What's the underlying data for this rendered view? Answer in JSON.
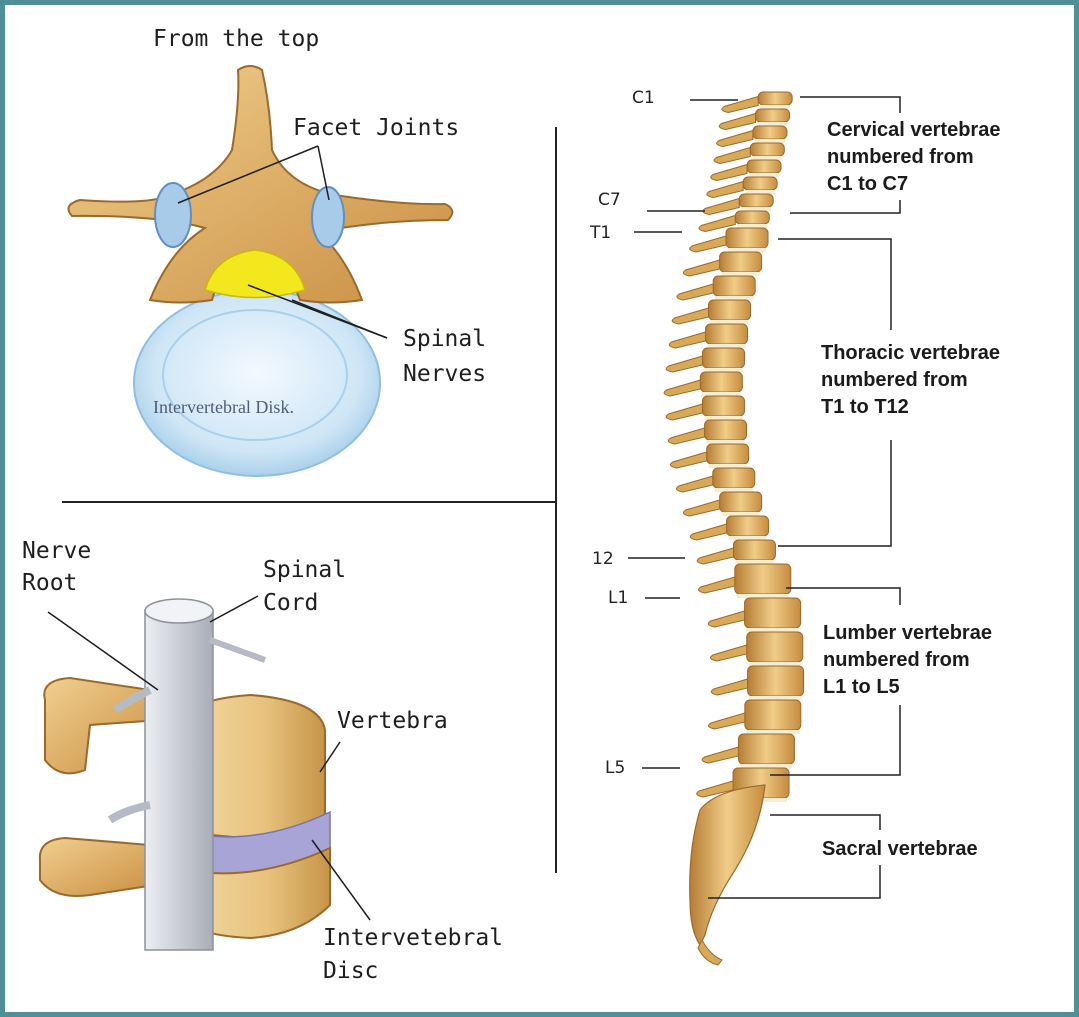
{
  "top_view": {
    "title": "From the top",
    "facet_joints": "Facet Joints",
    "spinal_nerves": [
      "Spinal",
      "Nerves"
    ],
    "disk_text": "Intervertebral Disk."
  },
  "side_view": {
    "nerve_root": [
      "Nerve",
      "Root"
    ],
    "spinal_cord": [
      "Spinal",
      "Cord"
    ],
    "vertebra": "Vertebra",
    "disc": [
      "Intervetebral",
      "Disc"
    ]
  },
  "spine": {
    "levels": {
      "c1": "C1",
      "c7": "C7",
      "t1": "T1",
      "t12": "12",
      "l1": "L1",
      "l5": "L5"
    },
    "groups": {
      "cervical": [
        "Cervical vertebrae",
        "numbered from",
        "C1 to C7"
      ],
      "thoracic": [
        "Thoracic vertebrae",
        "numbered from",
        "T1 to T12"
      ],
      "lumbar": [
        "Lumber vertebrae",
        "numbered from",
        "L1 to L5"
      ],
      "sacral": [
        "Sacral vertebrae"
      ]
    }
  },
  "colors": {
    "frame": "#4f8f98",
    "bone": "#e2b86c",
    "bone_dark": "#a77530",
    "disk": "#bfe0f3",
    "nerve": "#f3e81d",
    "disc_side": "#a8a5d6",
    "cord": "#c5c7cf"
  }
}
